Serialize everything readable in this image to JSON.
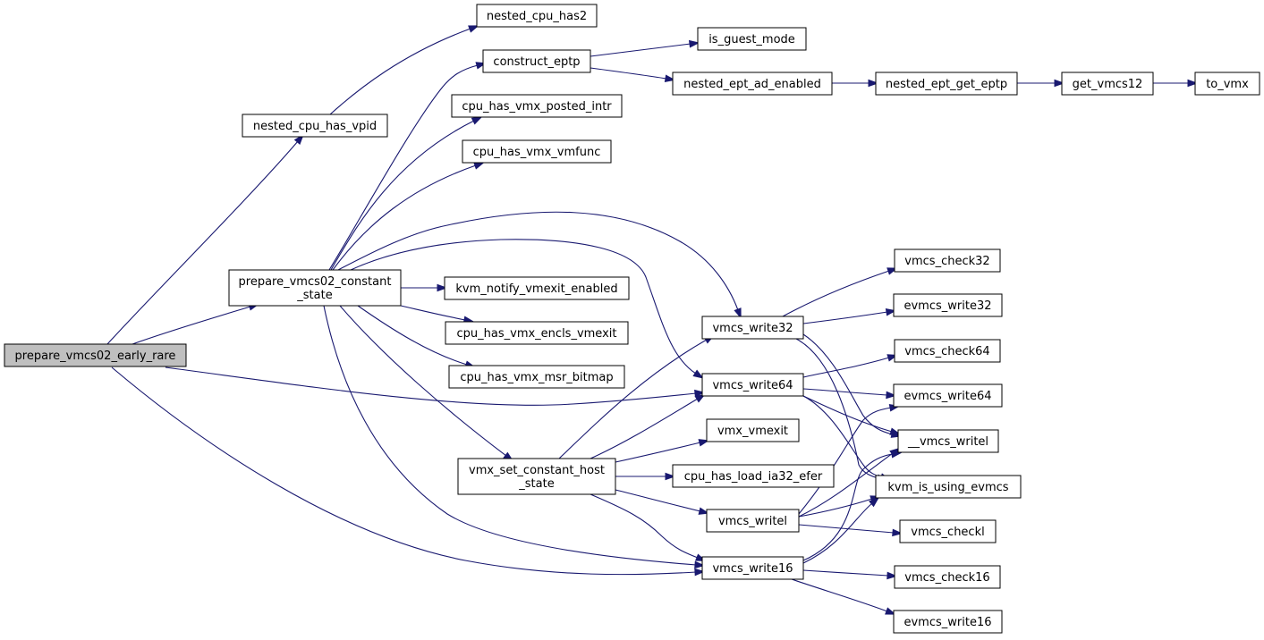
{
  "graph": {
    "nodes": [
      {
        "id": "prepare_vmcs02_early_rare",
        "lines": [
          "prepare_vmcs02_early_rare"
        ],
        "root": true
      },
      {
        "id": "nested_cpu_has_vpid",
        "lines": [
          "nested_cpu_has_vpid"
        ]
      },
      {
        "id": "prepare_vmcs02_constant_state",
        "lines": [
          "prepare_vmcs02_constant",
          "_state"
        ]
      },
      {
        "id": "nested_cpu_has2",
        "lines": [
          "nested_cpu_has2"
        ]
      },
      {
        "id": "construct_eptp",
        "lines": [
          "construct_eptp"
        ]
      },
      {
        "id": "cpu_has_vmx_posted_intr",
        "lines": [
          "cpu_has_vmx_posted_intr"
        ]
      },
      {
        "id": "cpu_has_vmx_vmfunc",
        "lines": [
          "cpu_has_vmx_vmfunc"
        ]
      },
      {
        "id": "kvm_notify_vmexit_enabled",
        "lines": [
          "kvm_notify_vmexit_enabled"
        ]
      },
      {
        "id": "cpu_has_vmx_encls_vmexit",
        "lines": [
          "cpu_has_vmx_encls_vmexit"
        ]
      },
      {
        "id": "cpu_has_vmx_msr_bitmap",
        "lines": [
          "cpu_has_vmx_msr_bitmap"
        ]
      },
      {
        "id": "vmx_set_constant_host_state",
        "lines": [
          "vmx_set_constant_host",
          "_state"
        ]
      },
      {
        "id": "is_guest_mode",
        "lines": [
          "is_guest_mode"
        ]
      },
      {
        "id": "nested_ept_ad_enabled",
        "lines": [
          "nested_ept_ad_enabled"
        ]
      },
      {
        "id": "nested_ept_get_eptp",
        "lines": [
          "nested_ept_get_eptp"
        ]
      },
      {
        "id": "get_vmcs12",
        "lines": [
          "get_vmcs12"
        ]
      },
      {
        "id": "to_vmx",
        "lines": [
          "to_vmx"
        ]
      },
      {
        "id": "vmcs_write32",
        "lines": [
          "vmcs_write32"
        ]
      },
      {
        "id": "vmcs_write64",
        "lines": [
          "vmcs_write64"
        ]
      },
      {
        "id": "vmx_vmexit",
        "lines": [
          "vmx_vmexit"
        ]
      },
      {
        "id": "cpu_has_load_ia32_efer",
        "lines": [
          "cpu_has_load_ia32_efer"
        ]
      },
      {
        "id": "vmcs_writel",
        "lines": [
          "vmcs_writel"
        ]
      },
      {
        "id": "vmcs_write16",
        "lines": [
          "vmcs_write16"
        ]
      },
      {
        "id": "vmcs_check32",
        "lines": [
          "vmcs_check32"
        ]
      },
      {
        "id": "evmcs_write32",
        "lines": [
          "evmcs_write32"
        ]
      },
      {
        "id": "vmcs_check64",
        "lines": [
          "vmcs_check64"
        ]
      },
      {
        "id": "evmcs_write64",
        "lines": [
          "evmcs_write64"
        ]
      },
      {
        "id": "__vmcs_writel",
        "lines": [
          "__vmcs_writel"
        ]
      },
      {
        "id": "kvm_is_using_evmcs",
        "lines": [
          "kvm_is_using_evmcs"
        ]
      },
      {
        "id": "vmcs_checkl",
        "lines": [
          "vmcs_checkl"
        ]
      },
      {
        "id": "vmcs_check16",
        "lines": [
          "vmcs_check16"
        ]
      },
      {
        "id": "evmcs_write16",
        "lines": [
          "evmcs_write16"
        ]
      }
    ],
    "edges": [
      [
        "prepare_vmcs02_early_rare",
        "nested_cpu_has_vpid"
      ],
      [
        "prepare_vmcs02_early_rare",
        "prepare_vmcs02_constant_state"
      ],
      [
        "prepare_vmcs02_early_rare",
        "vmcs_write64"
      ],
      [
        "prepare_vmcs02_early_rare",
        "vmcs_write16"
      ],
      [
        "nested_cpu_has_vpid",
        "nested_cpu_has2"
      ],
      [
        "prepare_vmcs02_constant_state",
        "construct_eptp"
      ],
      [
        "prepare_vmcs02_constant_state",
        "cpu_has_vmx_posted_intr"
      ],
      [
        "prepare_vmcs02_constant_state",
        "cpu_has_vmx_vmfunc"
      ],
      [
        "prepare_vmcs02_constant_state",
        "vmcs_write32"
      ],
      [
        "prepare_vmcs02_constant_state",
        "vmcs_write64"
      ],
      [
        "prepare_vmcs02_constant_state",
        "kvm_notify_vmexit_enabled"
      ],
      [
        "prepare_vmcs02_constant_state",
        "cpu_has_vmx_encls_vmexit"
      ],
      [
        "prepare_vmcs02_constant_state",
        "cpu_has_vmx_msr_bitmap"
      ],
      [
        "prepare_vmcs02_constant_state",
        "vmx_set_constant_host_state"
      ],
      [
        "prepare_vmcs02_constant_state",
        "vmcs_write16"
      ],
      [
        "construct_eptp",
        "is_guest_mode"
      ],
      [
        "construct_eptp",
        "nested_ept_ad_enabled"
      ],
      [
        "nested_ept_ad_enabled",
        "nested_ept_get_eptp"
      ],
      [
        "nested_ept_get_eptp",
        "get_vmcs12"
      ],
      [
        "get_vmcs12",
        "to_vmx"
      ],
      [
        "vmx_set_constant_host_state",
        "vmcs_write32"
      ],
      [
        "vmx_set_constant_host_state",
        "vmcs_write64"
      ],
      [
        "vmx_set_constant_host_state",
        "vmx_vmexit"
      ],
      [
        "vmx_set_constant_host_state",
        "cpu_has_load_ia32_efer"
      ],
      [
        "vmx_set_constant_host_state",
        "vmcs_writel"
      ],
      [
        "vmx_set_constant_host_state",
        "vmcs_write16"
      ],
      [
        "vmcs_write32",
        "vmcs_check32"
      ],
      [
        "vmcs_write32",
        "evmcs_write32"
      ],
      [
        "vmcs_write32",
        "__vmcs_writel"
      ],
      [
        "vmcs_write32",
        "kvm_is_using_evmcs"
      ],
      [
        "vmcs_write64",
        "vmcs_check64"
      ],
      [
        "vmcs_write64",
        "evmcs_write64"
      ],
      [
        "vmcs_write64",
        "__vmcs_writel"
      ],
      [
        "vmcs_write64",
        "kvm_is_using_evmcs"
      ],
      [
        "vmcs_writel",
        "evmcs_write64"
      ],
      [
        "vmcs_writel",
        "__vmcs_writel"
      ],
      [
        "vmcs_writel",
        "kvm_is_using_evmcs"
      ],
      [
        "vmcs_writel",
        "vmcs_checkl"
      ],
      [
        "vmcs_write16",
        "__vmcs_writel"
      ],
      [
        "vmcs_write16",
        "kvm_is_using_evmcs"
      ],
      [
        "vmcs_write16",
        "vmcs_check16"
      ],
      [
        "vmcs_write16",
        "evmcs_write16"
      ]
    ]
  }
}
